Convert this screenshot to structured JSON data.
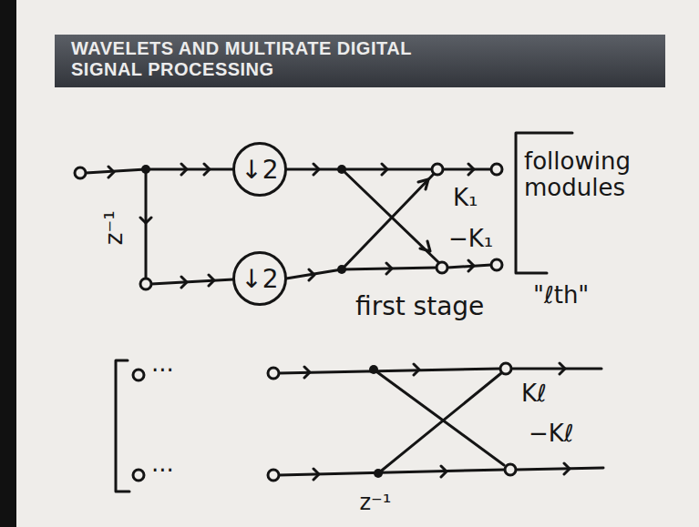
{
  "diagram": {
    "title": "WAVELETS AND MULTIRATE DIGITAL SIGNAL PROCESSING",
    "nodes": [
      {
        "text": [
          "↓2"
        ]
      },
      {
        "text": [
          "↓2"
        ]
      }
    ],
    "labels": [
      "z⁻¹",
      "K₁",
      "−K₁",
      "following modules",
      "first stage",
      "\"ℓth\"",
      "···",
      "···",
      "Kℓ",
      "−Kℓ",
      "z⁻¹"
    ]
  }
}
